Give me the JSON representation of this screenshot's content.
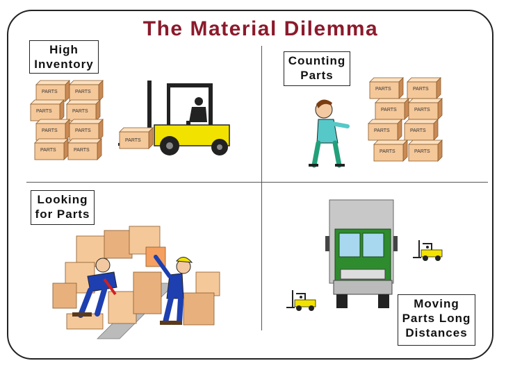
{
  "title": "The Material Dilemma",
  "quadrants": {
    "high_inventory": {
      "line1": "High",
      "line2": "Inventory"
    },
    "counting_parts": {
      "line1": "Counting",
      "line2": "Parts"
    },
    "looking_for_parts": {
      "line1": "Looking",
      "line2": "for Parts"
    },
    "moving_parts": {
      "line1": "Moving",
      "line2": "Parts Long",
      "line3": "Distances"
    }
  },
  "box_label": "PARTS",
  "colors": {
    "title": "#8b1a2b",
    "box_fill": "#f5c89a",
    "forklift": "#f2e200",
    "truck_cab": "#2e8b2e",
    "worker_shirt": "#1e3fb0"
  }
}
